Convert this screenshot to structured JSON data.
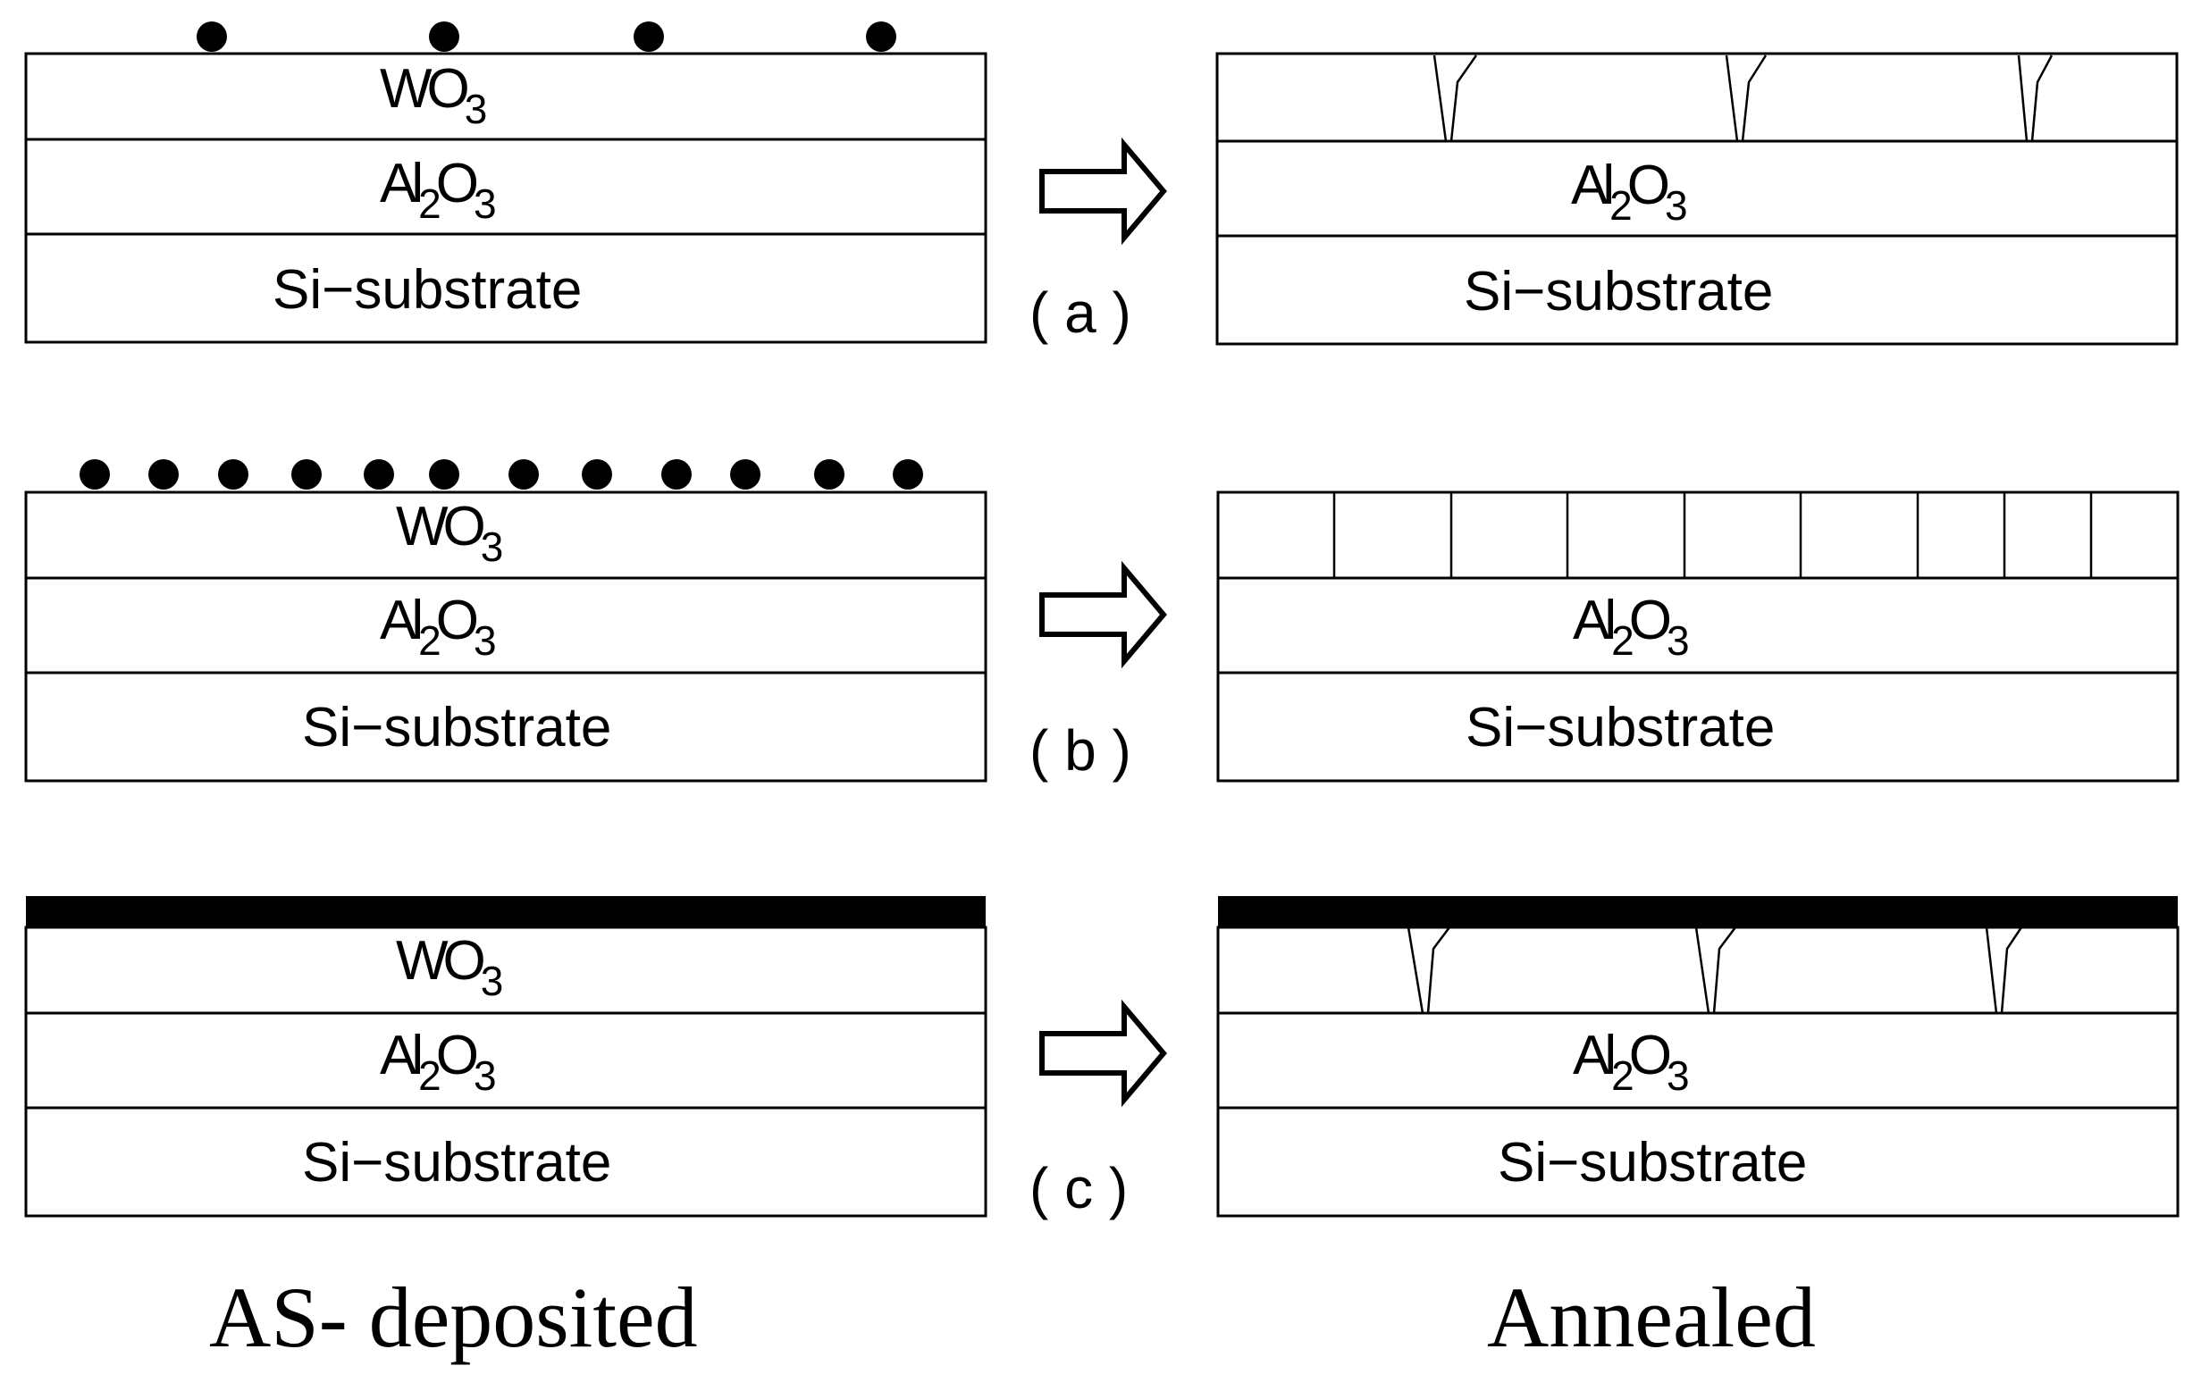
{
  "labels": {
    "wo3_base": "WO",
    "wo3_sub": "3",
    "al2o3_a": "Al",
    "al2o3_sub1": "2",
    "al2o3_o": "O",
    "al2o3_sub2": "3",
    "si": "Si−substrate",
    "panel_a": "( a )",
    "panel_b": "( b )",
    "panel_c": "( c )",
    "as_deposited": "AS- deposited",
    "annealed": "Annealed"
  },
  "icons": {
    "arrow": "right-hollow-arrow"
  },
  "colors": {
    "ink": "#000000",
    "background": "#ffffff"
  }
}
